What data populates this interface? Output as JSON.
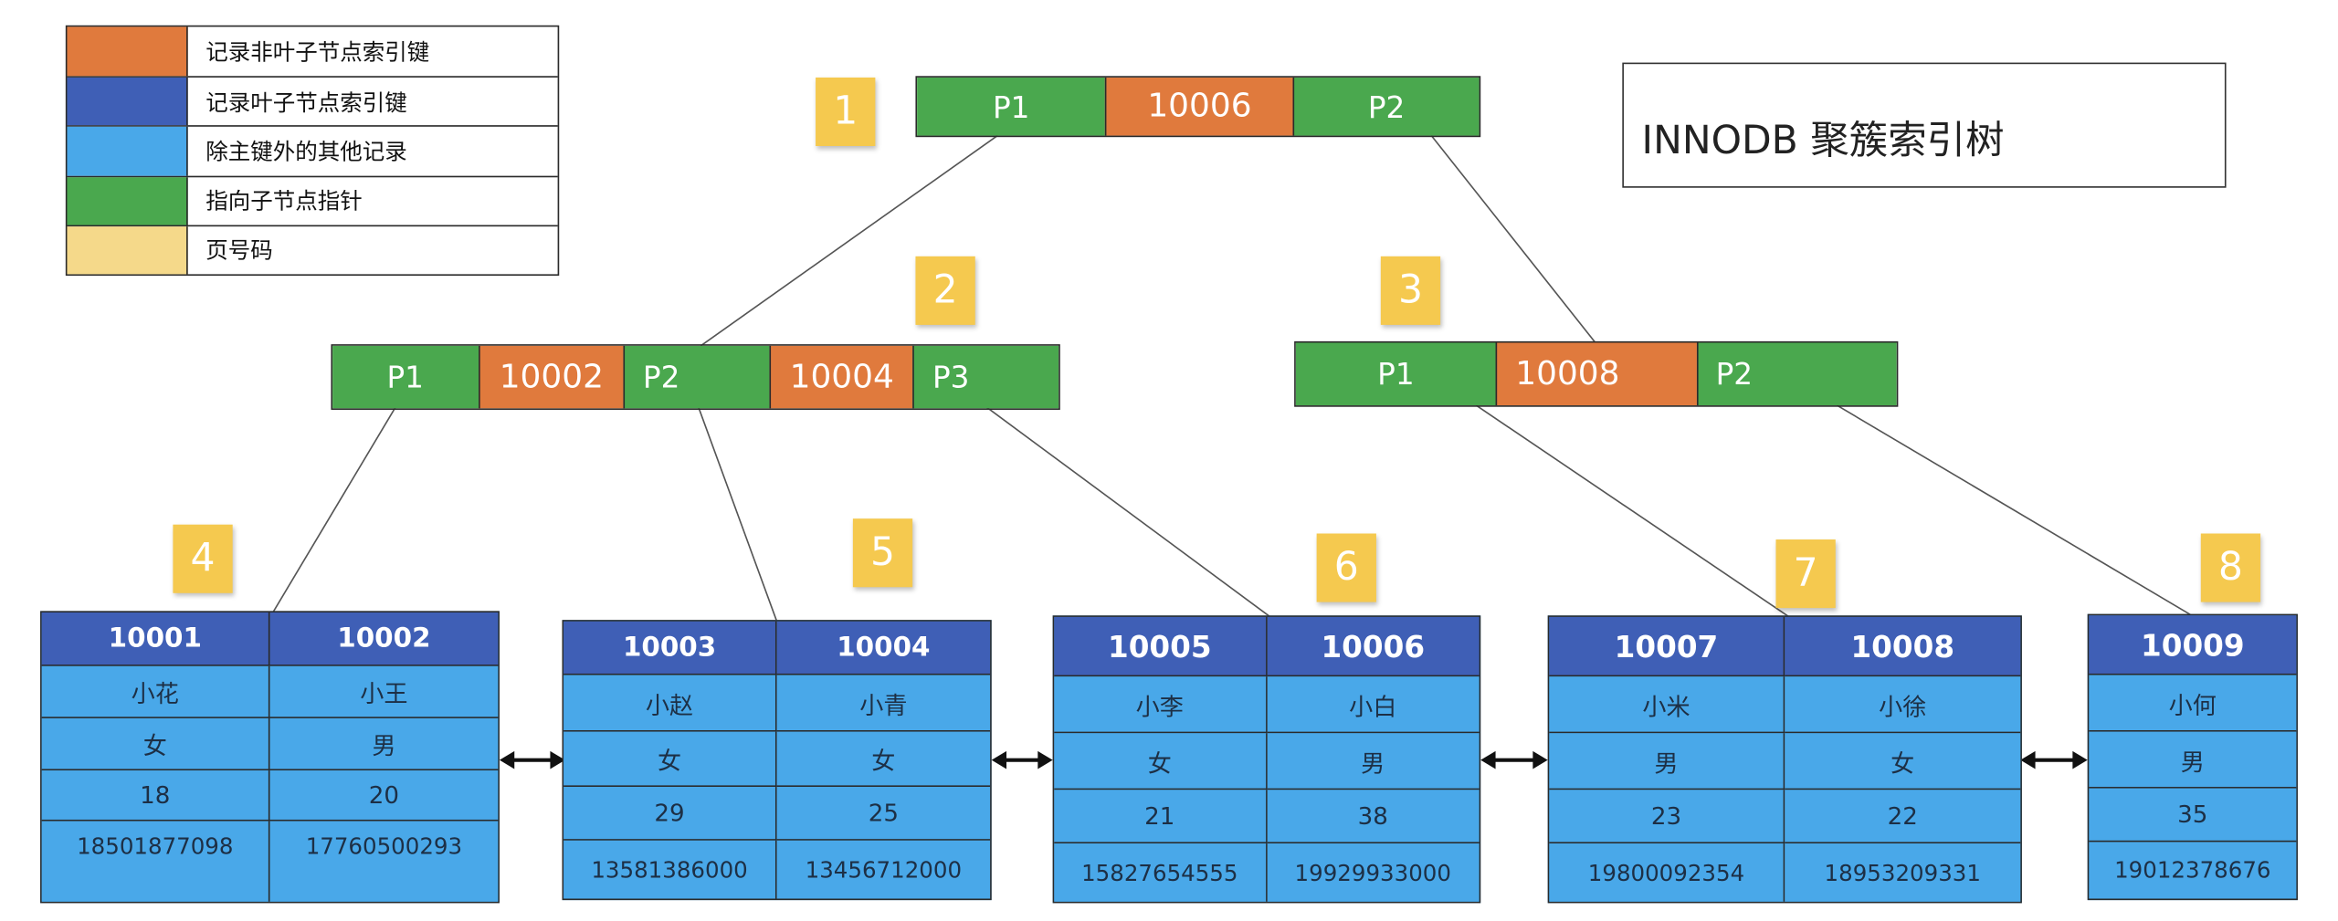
{
  "legend": [
    {
      "label": "记录非叶子节点索引键",
      "color": "#e07a3d"
    },
    {
      "label": "记录叶子节点索引键",
      "color": "#3f5fb6"
    },
    {
      "label": "除主键外的其他记录",
      "color": "#49a8e9"
    },
    {
      "label": "指向子节点指针",
      "color": "#4aa84e"
    },
    {
      "label": "页号码",
      "color": "#f5d98a"
    }
  ],
  "title": "INNODB 聚簇索引树",
  "colors": {
    "non_leaf_key": "#e07a3d",
    "leaf_key": "#3f5fb6",
    "record": "#49a8e9",
    "pointer": "#4aa84e",
    "page_number": "#f5c94f"
  },
  "pages": {
    "p1": "1",
    "p2": "2",
    "p3": "3",
    "p4": "4",
    "p5": "5",
    "p6": "6",
    "p7": "7",
    "p8": "8"
  },
  "root": {
    "ptr1": "P1",
    "key1": "10006",
    "ptr2": "P2"
  },
  "node2": {
    "ptr1": "P1",
    "key1": "10002",
    "ptr2": "P2",
    "key2": "10004",
    "ptr3": "P3"
  },
  "node3": {
    "ptr1": "P1",
    "key1": "10008",
    "ptr2": "P2"
  },
  "leaves": [
    {
      "records": [
        {
          "id": "10001",
          "name": "小花",
          "gender": "女",
          "age": "18",
          "phone": "18501877098"
        },
        {
          "id": "10002",
          "name": "小王",
          "gender": "男",
          "age": "20",
          "phone": "17760500293"
        }
      ]
    },
    {
      "records": [
        {
          "id": "10003",
          "name": "小赵",
          "gender": "女",
          "age": "29",
          "phone": "13581386000"
        },
        {
          "id": "10004",
          "name": "小青",
          "gender": "女",
          "age": "25",
          "phone": "13456712000"
        }
      ]
    },
    {
      "records": [
        {
          "id": "10005",
          "name": "小李",
          "gender": "女",
          "age": "21",
          "phone": "15827654555"
        },
        {
          "id": "10006",
          "name": "小白",
          "gender": "男",
          "age": "38",
          "phone": "19929933000"
        }
      ]
    },
    {
      "records": [
        {
          "id": "10007",
          "name": "小米",
          "gender": "男",
          "age": "23",
          "phone": "19800092354"
        },
        {
          "id": "10008",
          "name": "小徐",
          "gender": "女",
          "age": "22",
          "phone": "18953209331"
        }
      ]
    },
    {
      "records": [
        {
          "id": "10009",
          "name": "小何",
          "gender": "男",
          "age": "35",
          "phone": "19012378676"
        }
      ]
    }
  ]
}
